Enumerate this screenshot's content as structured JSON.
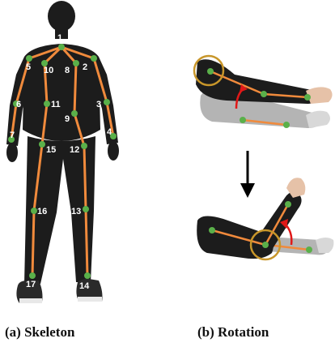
{
  "skeleton": {
    "joint_labels": [
      "1",
      "2",
      "3",
      "4",
      "5",
      "6",
      "7",
      "8",
      "9",
      "10",
      "11",
      "12",
      "13",
      "14",
      "15",
      "16",
      "17"
    ],
    "caption": "(a) Skeleton"
  },
  "rotation": {
    "caption": "(b) Rotation"
  },
  "colors": {
    "bone": "#f08a3c",
    "joint": "#5ab04a",
    "body": "#1c1c1c",
    "ghost_arm": "#a8a8a8",
    "rotation_arrow": "#e01818",
    "pivot_ring": "#c8962a",
    "transition_arrow": "#000000"
  }
}
